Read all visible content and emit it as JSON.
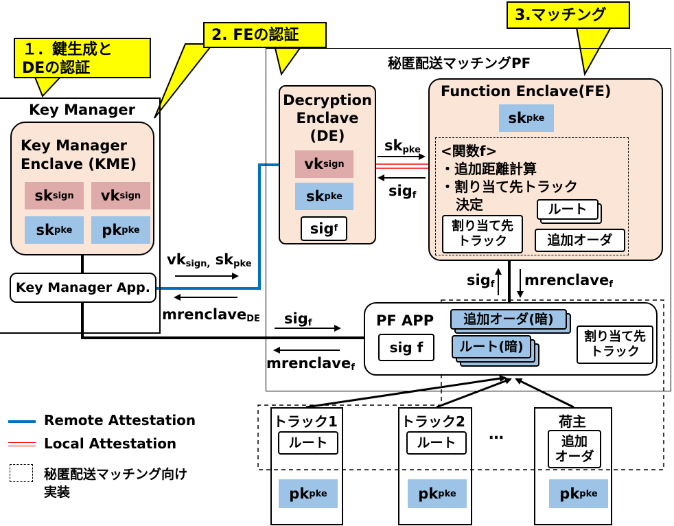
{
  "callouts": {
    "c1_line1": "１．鍵生成と",
    "c1_line2": "DEの認証",
    "c2": "2. FEの認証",
    "c3": "3.マッチング"
  },
  "platform": {
    "title": "秘匿配送マッチングPF"
  },
  "key_manager": {
    "title": "Key Manager",
    "enclave_line1": "Key Manager",
    "enclave_line2": "Enclave (KME)",
    "app": "Key Manager App."
  },
  "keys": {
    "sk": "sk",
    "vk": "vk",
    "pk": "pk",
    "sign": "sign",
    "pke": "pke",
    "sig": "sig",
    "f": "f"
  },
  "de": {
    "line1": "Decryption",
    "line2": "Enclave",
    "line3": "(DE)"
  },
  "fe": {
    "title": "Function Enclave(FE)",
    "func_title": "<関数f>",
    "func_item1": "・追加距離計算",
    "func_item2": "・割り当て先トラック",
    "func_item2b": "決定",
    "route": "ルート",
    "assign_line1": "割り当て先",
    "assign_line2": "トラック",
    "order": "追加オーダ"
  },
  "pfapp": {
    "title": "PF APP",
    "sig": "sig f",
    "enc_order": "追加オーダ(暗)",
    "enc_route": "ルート(暗)",
    "assign_line1": "割り当て先",
    "assign_line2": "トラック"
  },
  "arrows": {
    "vk": "vk",
    "sign_comma": "sign,",
    "sk": "sk",
    "pke": "pke",
    "mrenclave": "mrenclave",
    "de_sub": "DE",
    "f_sub": "f",
    "sig": "sig"
  },
  "participants": {
    "truck1": "トラック1",
    "truck2": "トラック2",
    "ellipsis": "…",
    "shipper": "荷主",
    "route": "ルート",
    "order_line1": "追加",
    "order_line2": "オーダ"
  },
  "legend": {
    "remote": "Remote Attestation",
    "local": "Local Attestation",
    "impl_line1": "秘匿配送マッチング向け",
    "impl_line2": "実装"
  },
  "colors": {
    "callout": "#ffff00",
    "enclave": "#fbe5d6",
    "signkey": "#dfaaaa",
    "pkekey": "#9dc3e6",
    "remote": "#0070c0",
    "local": "#ff0000"
  }
}
